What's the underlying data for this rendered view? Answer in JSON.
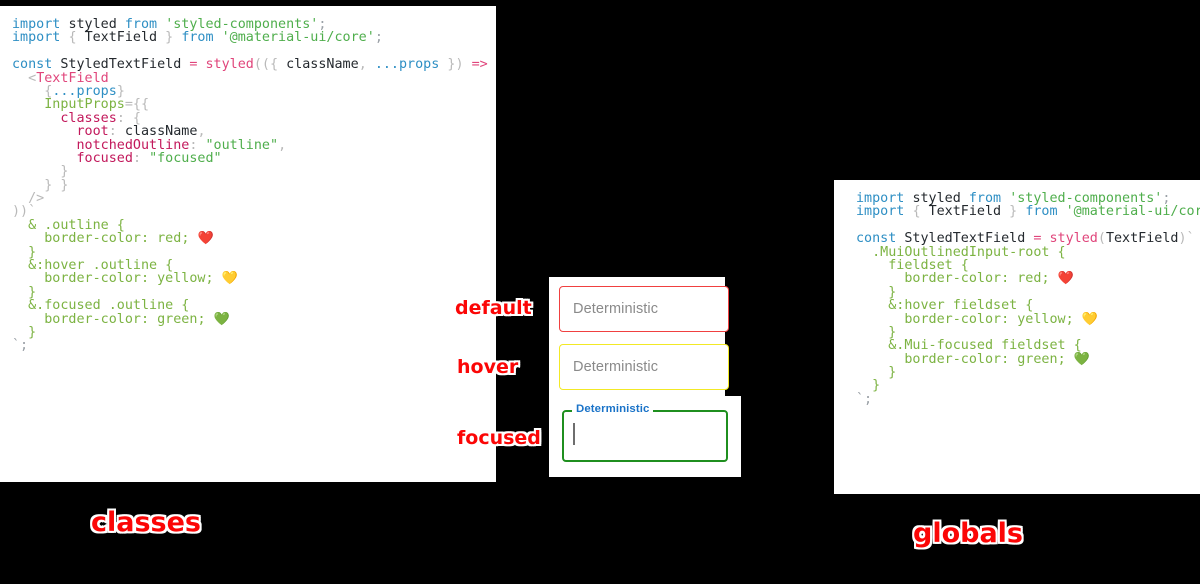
{
  "panels": {
    "classes": {
      "caption": "classes",
      "code_lines": [
        [
          {
            "t": "import ",
            "c": "tk-kw"
          },
          {
            "t": "styled ",
            "c": "tk-plain"
          },
          {
            "t": "from ",
            "c": "tk-kw"
          },
          {
            "t": "'styled-components'",
            "c": "tk-str"
          },
          {
            "t": ";",
            "c": "tk-dim"
          }
        ],
        [
          {
            "t": "import ",
            "c": "tk-kw"
          },
          {
            "t": "{ ",
            "c": "tk-punc"
          },
          {
            "t": "TextField",
            "c": "tk-plain"
          },
          {
            "t": " } ",
            "c": "tk-punc"
          },
          {
            "t": "from ",
            "c": "tk-kw"
          },
          {
            "t": "'@material-ui/core'",
            "c": "tk-str"
          },
          {
            "t": ";",
            "c": "tk-dim"
          }
        ],
        [],
        [
          {
            "t": "const ",
            "c": "tk-kw"
          },
          {
            "t": "StyledTextField ",
            "c": "tk-plain"
          },
          {
            "t": "= ",
            "c": "tk-op"
          },
          {
            "t": "styled",
            "c": "tk-fn"
          },
          {
            "t": "((",
            "c": "tk-punc"
          },
          {
            "t": "{ ",
            "c": "tk-punc"
          },
          {
            "t": "className",
            "c": "tk-plain"
          },
          {
            "t": ", ",
            "c": "tk-punc"
          },
          {
            "t": "...props",
            "c": "tk-var"
          },
          {
            "t": " }",
            "c": "tk-punc"
          },
          {
            "t": ") ",
            "c": "tk-punc"
          },
          {
            "t": "=> ",
            "c": "tk-op"
          },
          {
            "t": "(",
            "c": "tk-punc"
          }
        ],
        [
          {
            "t": "  <",
            "c": "tk-punc"
          },
          {
            "t": "TextField",
            "c": "tk-tag"
          }
        ],
        [
          {
            "t": "    {",
            "c": "tk-punc"
          },
          {
            "t": "...props",
            "c": "tk-var"
          },
          {
            "t": "}",
            "c": "tk-punc"
          }
        ],
        [
          {
            "t": "    ",
            "c": "tk-plain"
          },
          {
            "t": "InputProps",
            "c": "tk-attr"
          },
          {
            "t": "={{",
            "c": "tk-punc"
          }
        ],
        [
          {
            "t": "      ",
            "c": "tk-plain"
          },
          {
            "t": "classes",
            "c": "tk-key"
          },
          {
            "t": ": {",
            "c": "tk-punc"
          }
        ],
        [
          {
            "t": "        ",
            "c": "tk-plain"
          },
          {
            "t": "root",
            "c": "tk-key"
          },
          {
            "t": ": ",
            "c": "tk-punc"
          },
          {
            "t": "className",
            "c": "tk-plain"
          },
          {
            "t": ",",
            "c": "tk-punc"
          }
        ],
        [
          {
            "t": "        ",
            "c": "tk-plain"
          },
          {
            "t": "notchedOutline",
            "c": "tk-key"
          },
          {
            "t": ": ",
            "c": "tk-punc"
          },
          {
            "t": "\"outline\"",
            "c": "tk-str"
          },
          {
            "t": ",",
            "c": "tk-punc"
          }
        ],
        [
          {
            "t": "        ",
            "c": "tk-plain"
          },
          {
            "t": "focused",
            "c": "tk-key"
          },
          {
            "t": ": ",
            "c": "tk-punc"
          },
          {
            "t": "\"focused\"",
            "c": "tk-str"
          }
        ],
        [
          {
            "t": "      }",
            "c": "tk-punc"
          }
        ],
        [
          {
            "t": "    } }",
            "c": "tk-punc"
          }
        ],
        [
          {
            "t": "  />",
            "c": "tk-punc"
          }
        ],
        [
          {
            "t": "))`",
            "c": "tk-punc"
          }
        ],
        [
          {
            "t": "  & .outline {",
            "c": "tk-sel"
          }
        ],
        [
          {
            "t": "    border-color",
            "c": "tk-sel"
          },
          {
            "t": ": ",
            "c": "tk-sel"
          },
          {
            "t": "red",
            "c": "tk-sel"
          },
          {
            "t": "; ",
            "c": "tk-sel"
          },
          {
            "t": "❤️",
            "c": "emoji"
          }
        ],
        [
          {
            "t": "  }",
            "c": "tk-sel"
          }
        ],
        [
          {
            "t": "  &:hover .outline {",
            "c": "tk-sel"
          }
        ],
        [
          {
            "t": "    border-color",
            "c": "tk-sel"
          },
          {
            "t": ": ",
            "c": "tk-sel"
          },
          {
            "t": "yellow",
            "c": "tk-sel"
          },
          {
            "t": "; ",
            "c": "tk-sel"
          },
          {
            "t": "💛",
            "c": "emoji"
          }
        ],
        [
          {
            "t": "  }",
            "c": "tk-sel"
          }
        ],
        [
          {
            "t": "  &.focused .outline {",
            "c": "tk-sel"
          }
        ],
        [
          {
            "t": "    border-color",
            "c": "tk-sel"
          },
          {
            "t": ": ",
            "c": "tk-sel"
          },
          {
            "t": "green",
            "c": "tk-sel"
          },
          {
            "t": "; ",
            "c": "tk-sel"
          },
          {
            "t": "💚",
            "c": "emoji"
          }
        ],
        [
          {
            "t": "  }",
            "c": "tk-sel"
          }
        ],
        [
          {
            "t": "`;",
            "c": "tk-dim"
          }
        ]
      ]
    },
    "globals": {
      "caption": "globals",
      "code_lines": [
        [
          {
            "t": "import ",
            "c": "tk-kw"
          },
          {
            "t": "styled ",
            "c": "tk-plain"
          },
          {
            "t": "from ",
            "c": "tk-kw"
          },
          {
            "t": "'styled-components'",
            "c": "tk-str"
          },
          {
            "t": ";",
            "c": "tk-dim"
          }
        ],
        [
          {
            "t": "import ",
            "c": "tk-kw"
          },
          {
            "t": "{ ",
            "c": "tk-punc"
          },
          {
            "t": "TextField",
            "c": "tk-plain"
          },
          {
            "t": " } ",
            "c": "tk-punc"
          },
          {
            "t": "from ",
            "c": "tk-kw"
          },
          {
            "t": "'@material-ui/core'",
            "c": "tk-str"
          },
          {
            "t": ";",
            "c": "tk-dim"
          }
        ],
        [],
        [
          {
            "t": "const ",
            "c": "tk-kw"
          },
          {
            "t": "StyledTextField ",
            "c": "tk-plain"
          },
          {
            "t": "= ",
            "c": "tk-op"
          },
          {
            "t": "styled",
            "c": "tk-fn"
          },
          {
            "t": "(",
            "c": "tk-punc"
          },
          {
            "t": "TextField",
            "c": "tk-plain"
          },
          {
            "t": ")`",
            "c": "tk-punc"
          }
        ],
        [
          {
            "t": "  .MuiOutlinedInput-root {",
            "c": "tk-sel"
          }
        ],
        [
          {
            "t": "    fieldset {",
            "c": "tk-sel"
          }
        ],
        [
          {
            "t": "      border-color",
            "c": "tk-sel"
          },
          {
            "t": ": ",
            "c": "tk-sel"
          },
          {
            "t": "red",
            "c": "tk-sel"
          },
          {
            "t": "; ",
            "c": "tk-sel"
          },
          {
            "t": "❤️",
            "c": "emoji"
          }
        ],
        [
          {
            "t": "    }",
            "c": "tk-sel"
          }
        ],
        [
          {
            "t": "    &:hover fieldset {",
            "c": "tk-sel"
          }
        ],
        [
          {
            "t": "      border-color",
            "c": "tk-sel"
          },
          {
            "t": ": ",
            "c": "tk-sel"
          },
          {
            "t": "yellow",
            "c": "tk-sel"
          },
          {
            "t": "; ",
            "c": "tk-sel"
          },
          {
            "t": "💛",
            "c": "emoji"
          }
        ],
        [
          {
            "t": "    }",
            "c": "tk-sel"
          }
        ],
        [
          {
            "t": "    &.Mui-focused fieldset {",
            "c": "tk-sel"
          }
        ],
        [
          {
            "t": "      border-color",
            "c": "tk-sel"
          },
          {
            "t": ": ",
            "c": "tk-sel"
          },
          {
            "t": "green",
            "c": "tk-sel"
          },
          {
            "t": "; ",
            "c": "tk-sel"
          },
          {
            "t": "💚",
            "c": "emoji"
          }
        ],
        [
          {
            "t": "    }",
            "c": "tk-sel"
          }
        ],
        [
          {
            "t": "  }",
            "c": "tk-sel"
          }
        ],
        [
          {
            "t": "`;",
            "c": "tk-dim"
          }
        ]
      ]
    }
  },
  "demo": {
    "state_labels": {
      "default": "default",
      "hover": "hover",
      "focused": "focused"
    },
    "fields": {
      "default": {
        "text": "Deterministic",
        "border_color": "#f04040",
        "state": "default"
      },
      "hover": {
        "text": "Deterministic",
        "border_color": "#f2e925",
        "state": "hover"
      },
      "focused": {
        "label": "Deterministic",
        "border_color": "#1f8f1f",
        "label_color": "#1a73c8",
        "value": "",
        "state": "focused"
      }
    }
  },
  "colors": {
    "background": "#000000",
    "panel": "#ffffff",
    "accent_red": "#fb0606",
    "red": "#f04040",
    "yellow": "#f2e925",
    "green": "#1f8f1f",
    "blue": "#1a73c8"
  }
}
